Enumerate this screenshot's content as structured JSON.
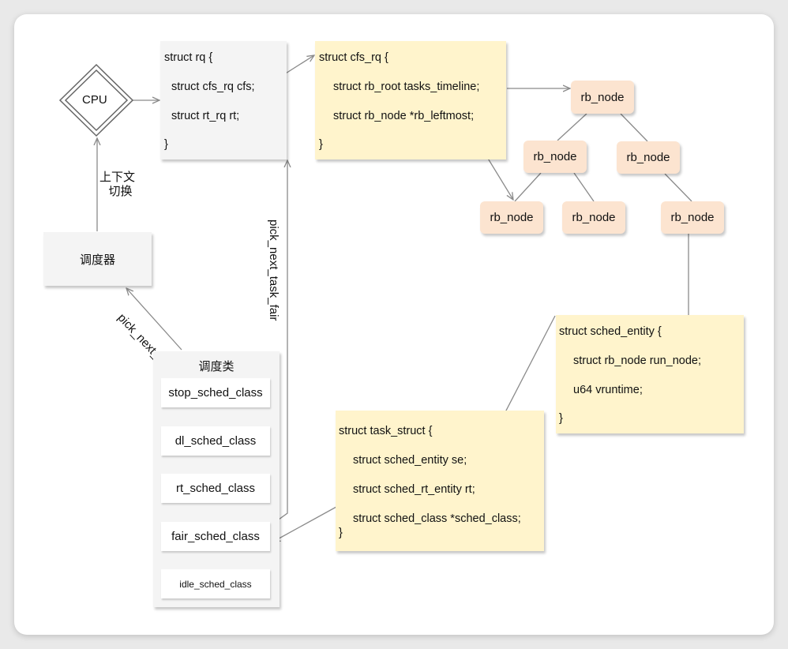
{
  "cpu": {
    "label": "CPU"
  },
  "context_switch": {
    "line1": "上下文",
    "line2": "切换"
  },
  "scheduler": {
    "label": "调度器"
  },
  "pick_next_task": {
    "label": "pick_next_task"
  },
  "pick_next_task_fair": {
    "label": "pick_next_task_fair"
  },
  "rq": {
    "lines": [
      "struct rq {",
      "struct cfs_rq cfs;",
      "struct rt_rq rt;",
      "}"
    ]
  },
  "cfs_rq": {
    "lines": [
      "struct cfs_rq {",
      "struct rb_root tasks_timeline;",
      "struct rb_node *rb_leftmost;",
      "}"
    ]
  },
  "rb_tree": {
    "nodes": [
      "rb_node",
      "rb_node",
      "rb_node",
      "rb_node",
      "rb_node",
      "rb_node"
    ]
  },
  "sched_entity": {
    "lines": [
      "struct sched_entity {",
      "struct rb_node run_node;",
      "u64 vruntime;",
      "}"
    ]
  },
  "task_struct": {
    "lines": [
      "struct task_struct {",
      "struct sched_entity se;",
      "struct sched_rt_entity rt;",
      "struct sched_class *sched_class;",
      "}"
    ]
  },
  "sched_classes": {
    "title": "调度类",
    "items": [
      "stop_sched_class",
      "dl_sched_class",
      "rt_sched_class",
      "fair_sched_class",
      "idle_sched_class"
    ]
  }
}
